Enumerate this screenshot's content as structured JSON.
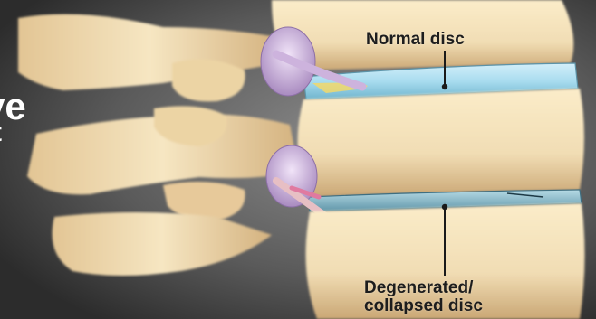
{
  "labels": {
    "normal": "Normal disc",
    "degenerated_line1": "Degenerated/",
    "degenerated_line2": "collapsed disc"
  },
  "edge_text": {
    "fragment_1": "ve",
    "fragment_2": "t"
  },
  "colors": {
    "background": "#4a4a4a",
    "bone": "#f1ddb4",
    "bone_shadow": "#c9a873",
    "disc_healthy": "#a8dcef",
    "disc_degenerated": "#7fb3c4",
    "nerve": "#d9c4e6",
    "nerve_pinched": "#e07aa0",
    "leader_line": "#1a1a1a"
  }
}
